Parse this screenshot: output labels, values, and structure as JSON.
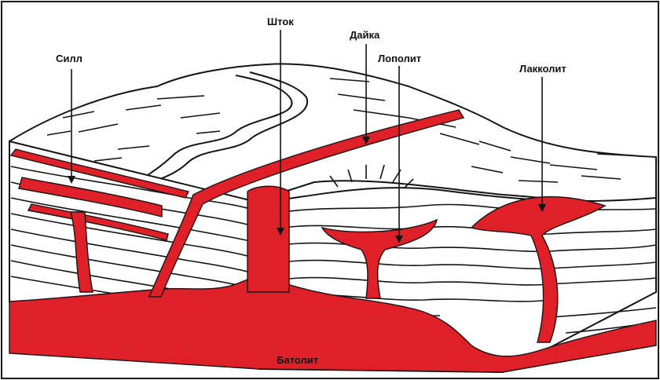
{
  "colors": {
    "magma": "#e02028",
    "line": "#141414",
    "background": "#ffffff"
  },
  "labels": {
    "sill": "Силл",
    "stock": "Шток",
    "dike": "Дайка",
    "lopolith": "Лополит",
    "laccolith": "Лакколит",
    "batholith": "Батолит"
  }
}
